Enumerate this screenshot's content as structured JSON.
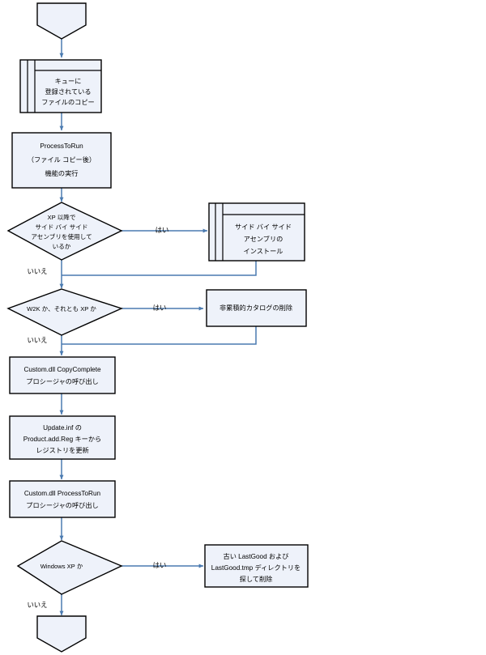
{
  "diagram": {
    "title": "Windows Update ProcessToRun flowchart",
    "colors": {
      "node_fill": "#eef2fa",
      "node_stroke": "#000000",
      "connector": "#4a7ab0",
      "background": "#ffffff"
    },
    "nodes": [
      {
        "id": "start",
        "type": "terminator-pentagon",
        "lines": []
      },
      {
        "id": "copy-queued-files",
        "type": "predefined-process",
        "lines": [
          "キューに",
          "登録されている",
          "ファイルのコピー"
        ]
      },
      {
        "id": "process-to-run",
        "type": "process",
        "lines": [
          "ProcessToRun",
          "（ファイル コピー後）",
          "機能の実行"
        ]
      },
      {
        "id": "decision-sxs",
        "type": "decision",
        "lines": [
          "XP 以降で",
          "サイド バイ サイド",
          "アセンブリを使用して",
          "いるか"
        ]
      },
      {
        "id": "install-sxs",
        "type": "predefined-process",
        "lines": [
          "サイド バイ サイド",
          "アセンブリの",
          "インストール"
        ]
      },
      {
        "id": "decision-w2k-xp",
        "type": "decision",
        "lines": [
          "W2K か、それとも XP か"
        ]
      },
      {
        "id": "delete-noncumulative-catalog",
        "type": "process",
        "lines": [
          "非累積的カタログの削除"
        ]
      },
      {
        "id": "customdll-copycomplete",
        "type": "process",
        "lines": [
          "Custom.dll CopyComplete",
          "プロシージャの呼び出し"
        ]
      },
      {
        "id": "update-registry",
        "type": "process",
        "lines": [
          "Update.inf の",
          "Product.add.Reg キーから",
          "レジストリを更新"
        ]
      },
      {
        "id": "customdll-processtorun",
        "type": "process",
        "lines": [
          "Custom.dll ProcessToRun",
          "プロシージャの呼び出し"
        ]
      },
      {
        "id": "decision-windows-xp",
        "type": "decision",
        "lines": [
          "Windows XP か"
        ]
      },
      {
        "id": "delete-lastgood",
        "type": "process",
        "lines": [
          "古い LastGood および",
          "LastGood.tmp ディレクトリを",
          "探して削除"
        ]
      },
      {
        "id": "end",
        "type": "terminator-pentagon",
        "lines": []
      }
    ],
    "edge_labels": {
      "yes": "はい",
      "no": "いいえ"
    },
    "edges": [
      {
        "from": "start",
        "to": "copy-queued-files",
        "label": ""
      },
      {
        "from": "copy-queued-files",
        "to": "process-to-run",
        "label": ""
      },
      {
        "from": "process-to-run",
        "to": "decision-sxs",
        "label": ""
      },
      {
        "from": "decision-sxs",
        "to": "install-sxs",
        "label": "はい"
      },
      {
        "from": "decision-sxs",
        "to": "decision-w2k-xp",
        "label": "いいえ"
      },
      {
        "from": "install-sxs",
        "to": "decision-w2k-xp",
        "label": ""
      },
      {
        "from": "decision-w2k-xp",
        "to": "delete-noncumulative-catalog",
        "label": "はい"
      },
      {
        "from": "decision-w2k-xp",
        "to": "customdll-copycomplete",
        "label": "いいえ"
      },
      {
        "from": "delete-noncumulative-catalog",
        "to": "customdll-copycomplete",
        "label": ""
      },
      {
        "from": "customdll-copycomplete",
        "to": "update-registry",
        "label": ""
      },
      {
        "from": "update-registry",
        "to": "customdll-processtorun",
        "label": ""
      },
      {
        "from": "customdll-processtorun",
        "to": "decision-windows-xp",
        "label": ""
      },
      {
        "from": "decision-windows-xp",
        "to": "delete-lastgood",
        "label": "はい"
      },
      {
        "from": "decision-windows-xp",
        "to": "end",
        "label": "いいえ"
      }
    ]
  },
  "text": {
    "n0_l0": "",
    "n1_l0": "キューに",
    "n1_l1": "登録されている",
    "n1_l2": "ファイルのコピー",
    "n2_l0": "ProcessToRun",
    "n2_l1": "（ファイル コピー後）",
    "n2_l2": "機能の実行",
    "n3_l0": "XP 以降で",
    "n3_l1": "サイド バイ サイド",
    "n3_l2": "アセンブリを使用して",
    "n3_l3": "いるか",
    "n4_l0": "サイド バイ サイド",
    "n4_l1": "アセンブリの",
    "n4_l2": "インストール",
    "n5_l0": "W2K か、それとも XP か",
    "n6_l0": "非累積的カタログの削除",
    "n7_l0": "Custom.dll CopyComplete",
    "n7_l1": "プロシージャの呼び出し",
    "n8_l0": "Update.inf の",
    "n8_l1": "Product.add.Reg キーから",
    "n8_l2": "レジストリを更新",
    "n9_l0": "Custom.dll ProcessToRun",
    "n9_l1": "プロシージャの呼び出し",
    "n10_l0": "Windows XP か",
    "n11_l0": "古い LastGood および",
    "n11_l1": "LastGood.tmp ディレクトリを",
    "n11_l2": "探して削除",
    "lbl_yes_1": "はい",
    "lbl_no_1": "いいえ",
    "lbl_yes_2": "はい",
    "lbl_no_2": "いいえ",
    "lbl_yes_3": "はい",
    "lbl_no_3": "いいえ"
  }
}
